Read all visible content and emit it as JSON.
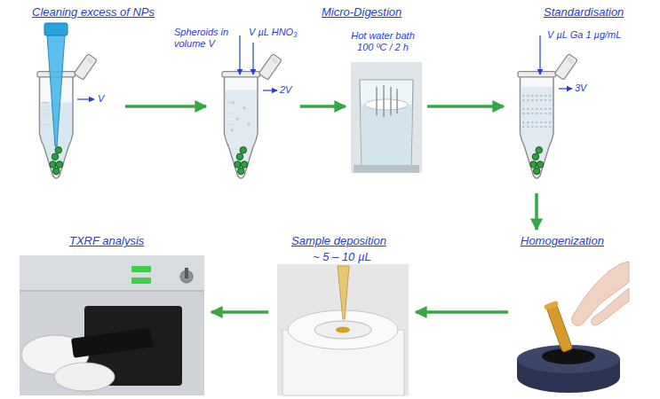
{
  "diagram": {
    "nodes": [
      {
        "text": [
          "Cleaning excess of NPs",
          "V"
        ]
      },
      {
        "text": [
          "Micro-Digestion",
          "Spheroids in volume V",
          "V µL HNO₃",
          "2V"
        ]
      },
      {
        "text": [
          "Hot water bath 100 ºC / 2 h"
        ]
      },
      {
        "text": [
          "Standardisation",
          "V µL Ga 1 µg/mL",
          "3V"
        ]
      },
      {
        "text": [
          "Homogenization"
        ]
      },
      {
        "text": [
          "Sample deposition",
          "~ 5 – 10 µL"
        ]
      },
      {
        "text": [
          "TXRF analysis"
        ]
      }
    ],
    "edges": [
      {
        "from": 0,
        "to": 1,
        "arrow": "to"
      },
      {
        "from": 1,
        "to": 2,
        "arrow": "to"
      },
      {
        "from": 2,
        "to": 3,
        "arrow": "to"
      },
      {
        "from": 3,
        "to": 4,
        "arrow": "to"
      },
      {
        "from": 4,
        "to": 5,
        "arrow": "to"
      },
      {
        "from": 5,
        "to": 6,
        "arrow": "to"
      }
    ]
  }
}
